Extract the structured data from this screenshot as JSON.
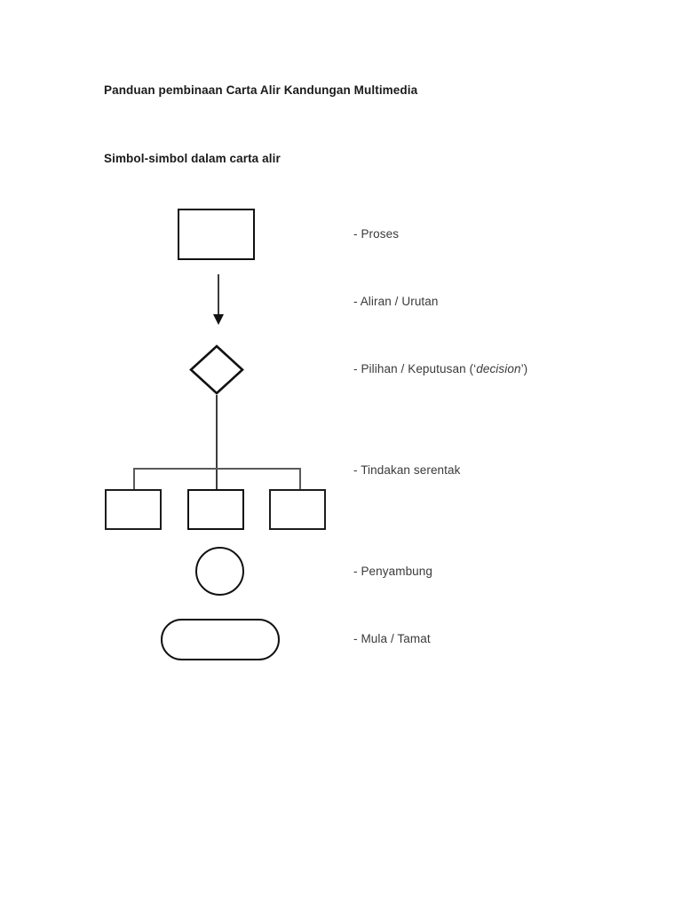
{
  "document": {
    "title": "Panduan pembinaan Carta Alir Kandungan Multimedia",
    "section_title": "Simbol-simbol dalam carta alir"
  },
  "legend": {
    "items": [
      {
        "symbol": "rectangle",
        "label": "- Proses"
      },
      {
        "symbol": "arrow",
        "label": "- Aliran / Urutan"
      },
      {
        "symbol": "diamond",
        "label_prefix": "- Pilihan / Keputusan (‘",
        "label_emphasis": "decision",
        "label_suffix": "’)"
      },
      {
        "symbol": "fork",
        "label": "- Tindakan serentak"
      },
      {
        "symbol": "circle",
        "label": "- Penyambung"
      },
      {
        "symbol": "stadium",
        "label": "- Mula / Tamat"
      }
    ]
  },
  "colors": {
    "page_background": "#ffffff",
    "stroke": "#111111",
    "connector_stroke": "#5a5a5a",
    "text": "#3a3a3a",
    "heading_text": "#1a1a1a"
  }
}
